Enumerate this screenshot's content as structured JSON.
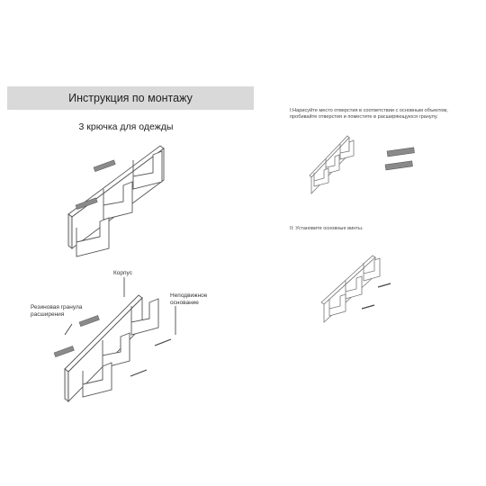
{
  "header": {
    "title": "Инструкция по монтажу",
    "subtitle": "3 крючка для одежды"
  },
  "diagram_labels": {
    "body": "Корпус",
    "rubber_anchor_line1": "Резиновая гранула",
    "rubber_anchor_line2": "расширения",
    "fixed_base_line1": "Неподвижное",
    "fixed_base_line2": "основание"
  },
  "steps": {
    "step1_line1": "I:Нарисуйте место отверстия в соответствии с основным объектом,",
    "step1_line2": "пробивайте отверстия и поместите в расширяющуюся гранулу.",
    "step2": "II: Установите основные винты."
  },
  "colors": {
    "title_bar": "#d9d9d9",
    "line": "#555555",
    "anchor": "#8a8a8a"
  }
}
